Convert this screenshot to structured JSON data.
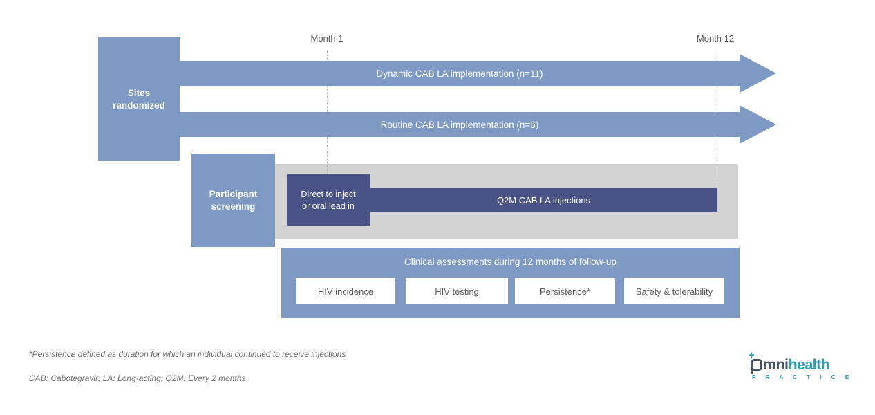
{
  "timeline": {
    "month1_label": "Month 1",
    "month12_label": "Month 12"
  },
  "boxes": {
    "sites_randomized": "Sites randomized",
    "participant_screening": "Participant screening"
  },
  "arms": [
    {
      "label": "Dynamic CAB LA implementation (n=11)"
    },
    {
      "label": "Routine CAB LA implementation (n=6)"
    }
  ],
  "treatment": {
    "lead_in": "Direct to inject or oral lead in",
    "injections": "Q2M CAB LA injections"
  },
  "assessments": {
    "title": "Clinical assessments during 12 months of follow-up",
    "items": [
      "HIV incidence",
      "HIV testing",
      "Persistence*",
      "Safety & tolerability"
    ]
  },
  "footnotes": [
    "*Persistence defined as duration for which an individual continued to receive injections",
    "CAB: Cabotegravir; LA: Long-acting; Q2M: Every 2 months"
  ],
  "logo": {
    "plus": "+",
    "brand_dark": "mni",
    "brand_accent": "health",
    "subtitle": "P R A C T I C E"
  },
  "colors": {
    "medium_blue": "#7e99c4",
    "dark_blue": "#4a5385",
    "track_gray": "#d3d3d4",
    "teal": "#2aa2b8",
    "slate": "#47545e"
  }
}
